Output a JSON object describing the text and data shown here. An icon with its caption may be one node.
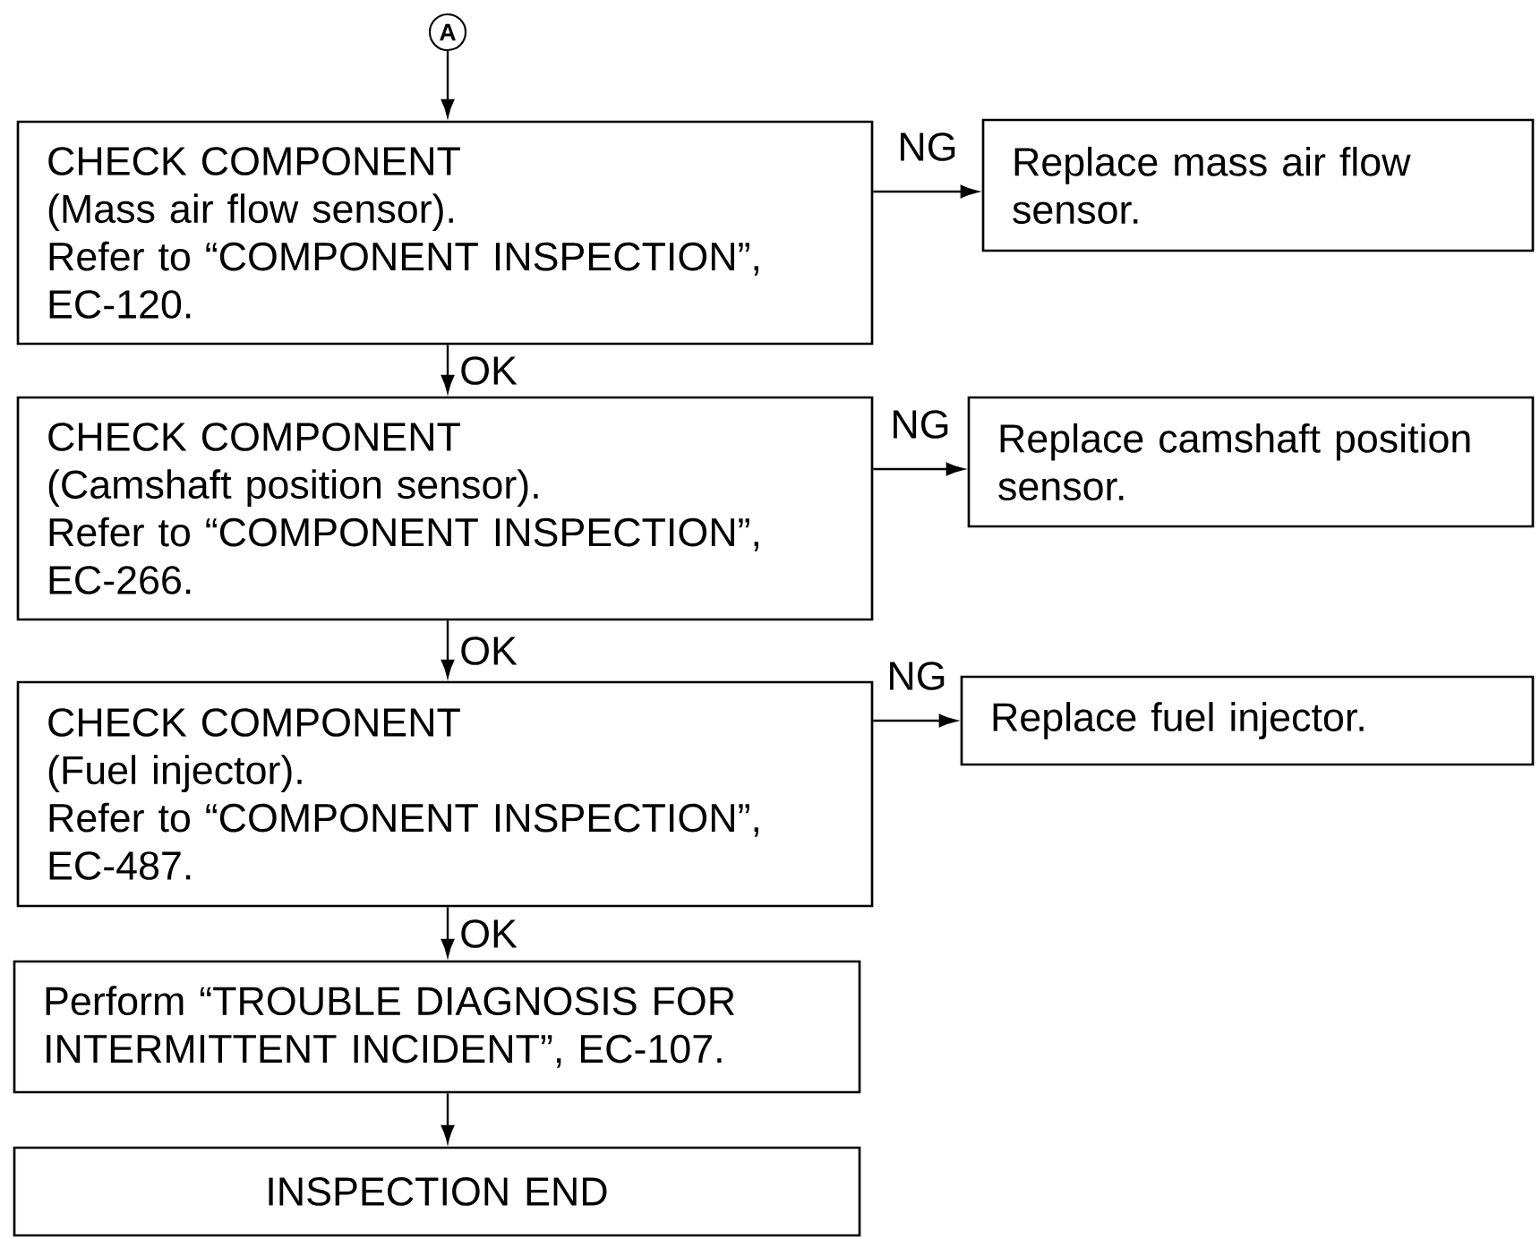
{
  "diagram": {
    "nodes": [
      {
        "text": [
          "A"
        ]
      },
      {
        "text": [
          "CHECK COMPONENT",
          "(Mass air flow sensor).",
          "Refer to “COMPONENT INSPECTION”, EC-120."
        ]
      },
      {
        "text": [
          "Replace mass air flow sensor."
        ]
      },
      {
        "text": [
          "CHECK COMPONENT",
          "(Camshaft position sensor).",
          "Refer to “COMPONENT INSPECTION”, EC-266."
        ]
      },
      {
        "text": [
          "Replace camshaft position sensor."
        ]
      },
      {
        "text": [
          "CHECK COMPONENT",
          "(Fuel injector).",
          "Refer to “COMPONENT INSPECTION”, EC-487."
        ]
      },
      {
        "text": [
          "Replace fuel injector."
        ]
      },
      {
        "text": [
          "Perform “TROUBLE DIAGNOSIS FOR INTERMITTENT INCIDENT”, EC-107."
        ]
      },
      {
        "text": [
          "INSPECTION END"
        ]
      }
    ],
    "edges": [
      {
        "from": 0,
        "to": 1,
        "arrow": "to"
      },
      {
        "from": 1,
        "to": 2,
        "arrow": "to",
        "label": "NG"
      },
      {
        "from": 1,
        "to": 3,
        "arrow": "to",
        "label": "OK"
      },
      {
        "from": 3,
        "to": 4,
        "arrow": "to",
        "label": "NG"
      },
      {
        "from": 3,
        "to": 5,
        "arrow": "to",
        "label": "OK"
      },
      {
        "from": 5,
        "to": 6,
        "arrow": "to",
        "label": "NG"
      },
      {
        "from": 5,
        "to": 7,
        "arrow": "to",
        "label": "OK"
      },
      {
        "from": 7,
        "to": 8,
        "arrow": "to"
      }
    ]
  }
}
